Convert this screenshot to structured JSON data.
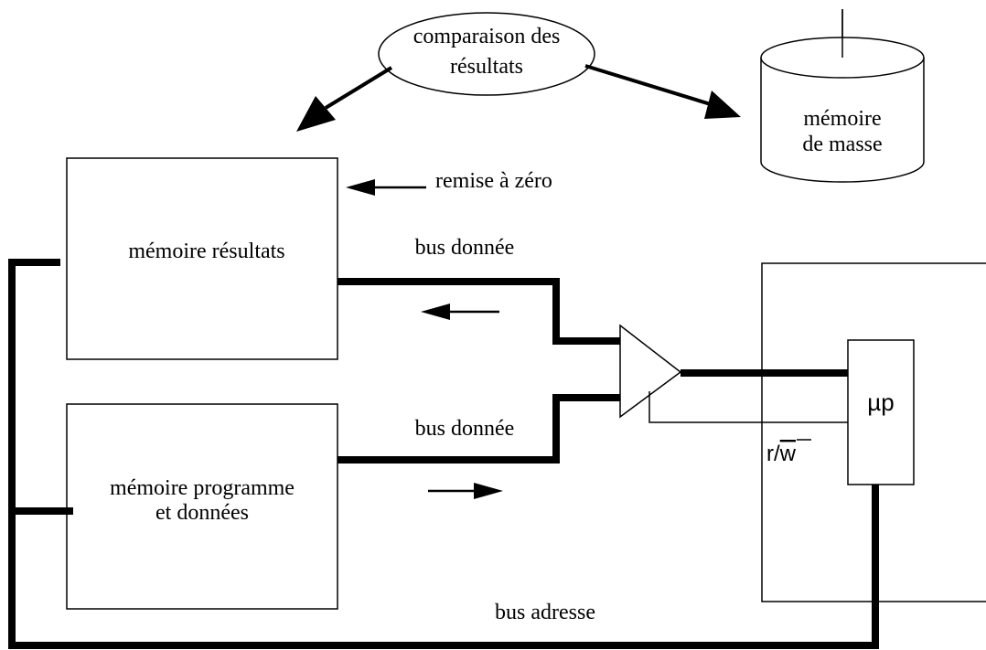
{
  "diagram": {
    "bubble": {
      "line1": "comparaison des",
      "line2": "résultats"
    },
    "storage": {
      "line1": "mémoire",
      "line2": "de masse"
    },
    "reset_label": "remise à zéro",
    "results_memory_label": "mémoire résultats",
    "program_memory": {
      "line1": "mémoire programme",
      "line2": "et données"
    },
    "data_bus_top_label": "bus donnée",
    "data_bus_bottom_label": "bus donnée",
    "address_bus_label": "bus adresse",
    "cpu_label": "µp",
    "rw_label": {
      "r": "r/",
      "w": "w"
    }
  },
  "colors": {
    "stroke": "#000000",
    "background": "#ffffff"
  }
}
